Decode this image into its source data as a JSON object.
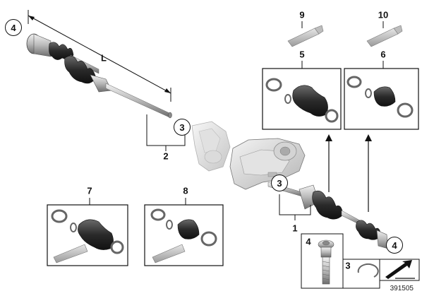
{
  "callouts": {
    "c4_left": "4",
    "length": "L",
    "c3_top": "3",
    "c2": "2",
    "c9": "9",
    "c10": "10",
    "c5": "5",
    "c6": "6",
    "c7": "7",
    "c8": "8",
    "c3_mid": "3",
    "c1": "1",
    "c4_right": "4",
    "c4_box": "4",
    "c3_box": "3"
  },
  "diagram_number": "391505"
}
